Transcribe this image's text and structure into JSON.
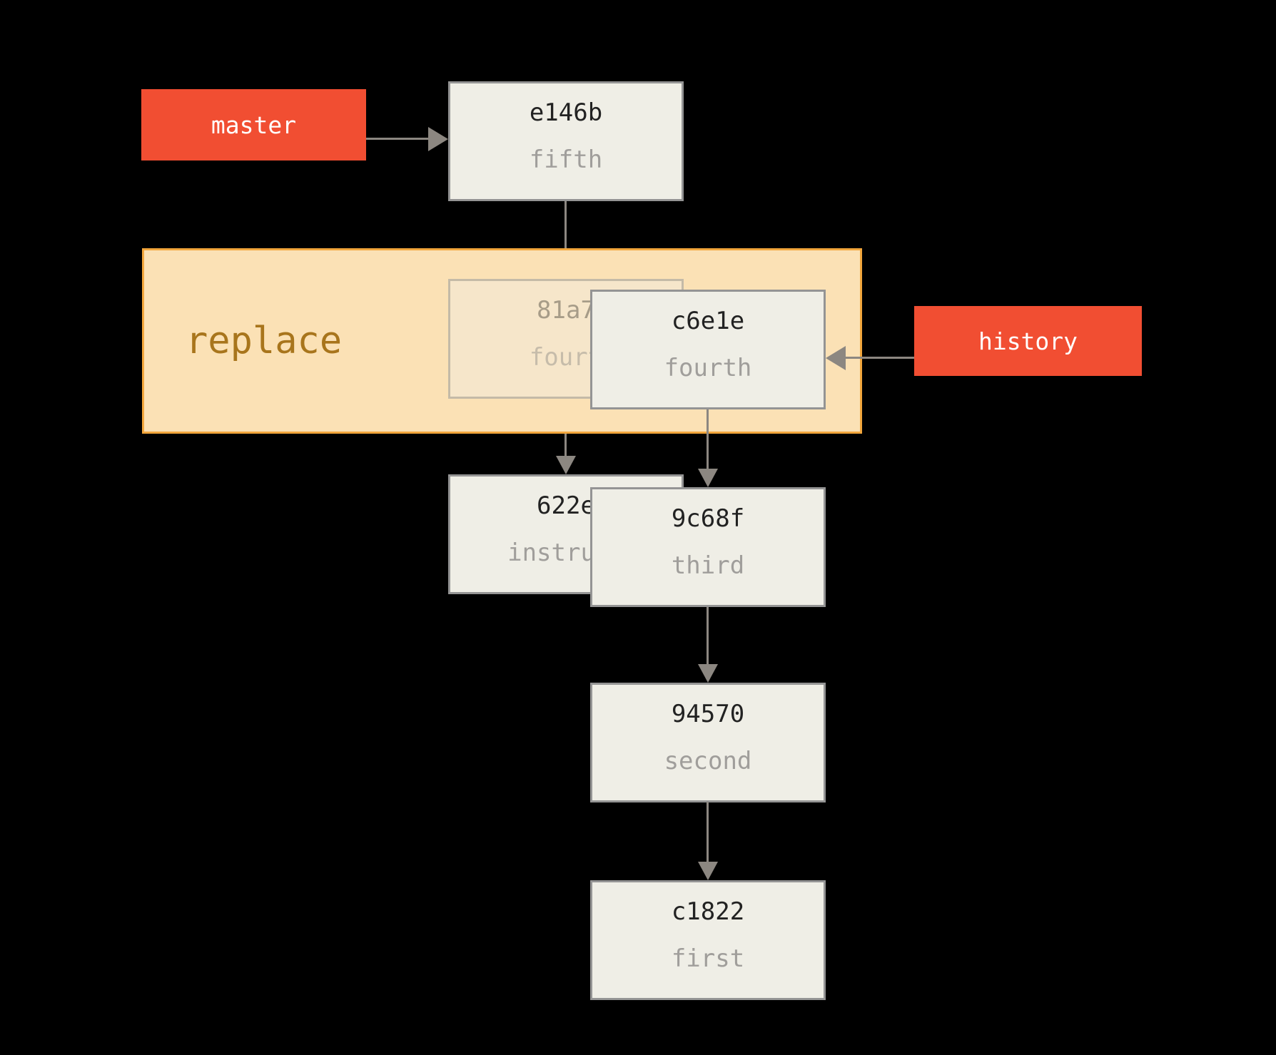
{
  "colors": {
    "background": "#000000",
    "label_bg": "#f14e32",
    "label_text": "#ffffff",
    "box_bg": "#efeee6",
    "box_border": "#949494",
    "box_title": "#222222",
    "box_subtitle": "#a09e9b",
    "region_bg": "#fbe1b5",
    "region_border": "#f2a63c",
    "region_text": "#a8751c",
    "arrow": "#8c8781"
  },
  "labels": {
    "master": "master",
    "history": "history"
  },
  "region": {
    "label": "replace"
  },
  "commits": [
    {
      "id": "e146b",
      "message": "fifth"
    },
    {
      "id": "81a7",
      "message": "fourt"
    },
    {
      "id": "c6e1e",
      "message": "fourth"
    },
    {
      "id": "622e",
      "message": "instruct"
    },
    {
      "id": "9c68f",
      "message": "third"
    },
    {
      "id": "94570",
      "message": "second"
    },
    {
      "id": "c1822",
      "message": "first"
    }
  ]
}
